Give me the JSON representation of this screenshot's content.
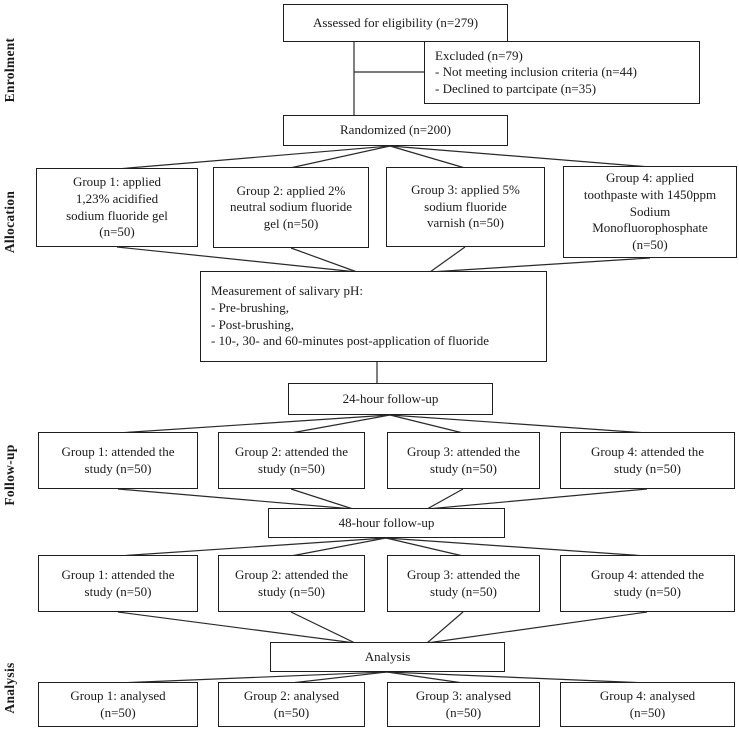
{
  "stage_labels": {
    "enrolment": "Enrolment",
    "allocation": "Allocation",
    "followup": "Follow-up",
    "analysis": "Analysis"
  },
  "enrolment": {
    "assessed": "Assessed for eligibility (n=279)",
    "excluded": "Excluded (n=79)\n- Not meeting inclusion criteria (n=44)\n- Declined to partcipate (n=35)",
    "randomized": "Randomized (n=200)"
  },
  "allocation": {
    "group1": "Group 1: applied\n1,23% acidified\nsodium fluoride gel\n(n=50)",
    "group2": "Group 2: applied 2%\nneutral sodium fluoride\ngel (n=50)",
    "group3": "Group 3: applied 5%\nsodium fluoride\nvarnish (n=50)",
    "group4": "Group 4: applied\ntoothpaste with 1450ppm\nSodium\nMonofluorophosphate\n(n=50)"
  },
  "measurement": "Measurement of salivary pH:\n- Pre-brushing,\n- Post-brushing,\n- 10-, 30- and 60-minutes post-application of fluoride",
  "followup": {
    "h24": "24-hour follow-up",
    "attended24": [
      "Group 1: attended the\nstudy (n=50)",
      "Group 2: attended the\nstudy (n=50)",
      "Group 3: attended the\nstudy (n=50)",
      "Group 4: attended the\nstudy (n=50)"
    ],
    "h48": "48-hour follow-up",
    "attended48": [
      "Group 1: attended the\nstudy (n=50)",
      "Group 2: attended the\nstudy (n=50)",
      "Group 3: attended the\nstudy (n=50)",
      "Group 4: attended the\nstudy (n=50)"
    ]
  },
  "analysis": {
    "title": "Analysis",
    "analysed": [
      "Group 1: analysed\n(n=50)",
      "Group 2: analysed\n(n=50)",
      "Group 3: analysed\n(n=50)",
      "Group 4: analysed\n(n=50)"
    ]
  }
}
